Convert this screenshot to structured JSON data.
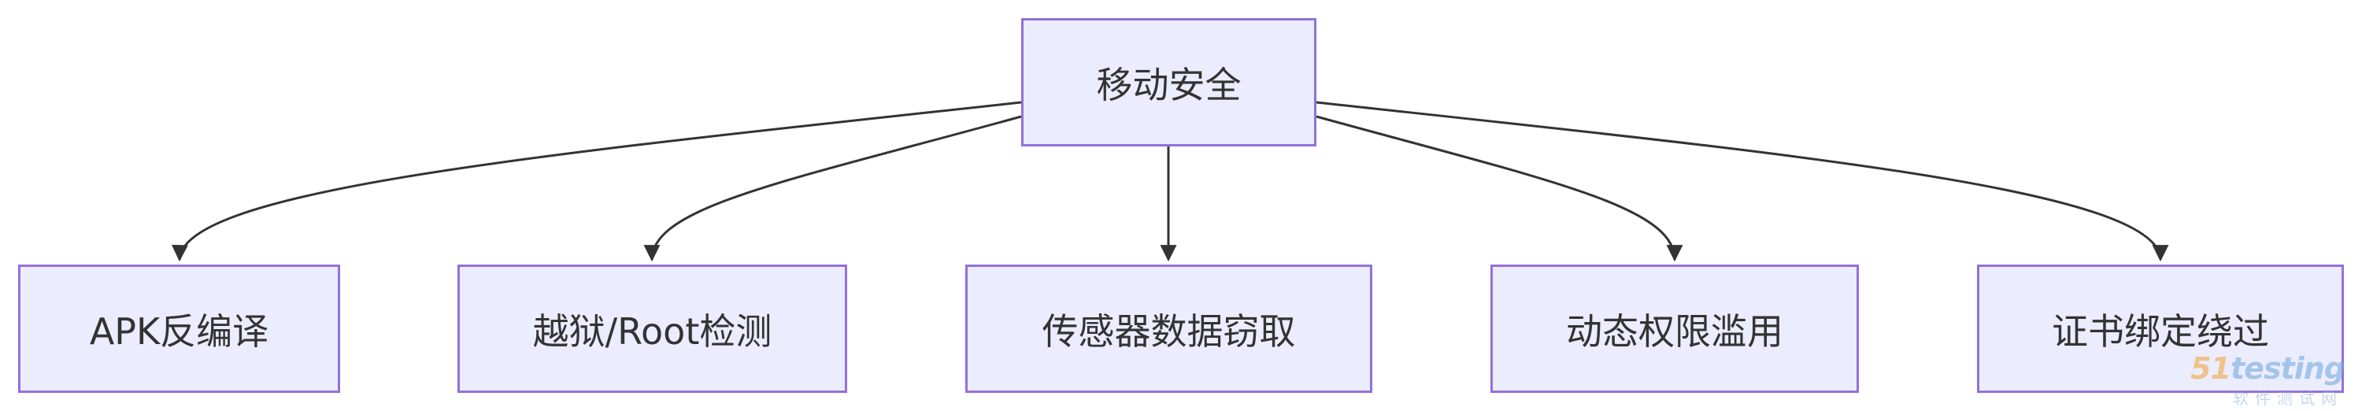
{
  "diagram": {
    "root": {
      "label": "移动安全"
    },
    "children": [
      {
        "label": "APK反编译"
      },
      {
        "label": "越狱/Root检测"
      },
      {
        "label": "传感器数据窃取"
      },
      {
        "label": "动态权限滥用"
      },
      {
        "label": "证书绑定绕过"
      }
    ]
  },
  "watermark": {
    "brand_num": "51",
    "brand_word": "testing",
    "subtitle": "软件测试网"
  },
  "colors": {
    "node_fill": "#ececff",
    "node_border": "#9370db",
    "edge": "#333333",
    "text": "#333333"
  }
}
